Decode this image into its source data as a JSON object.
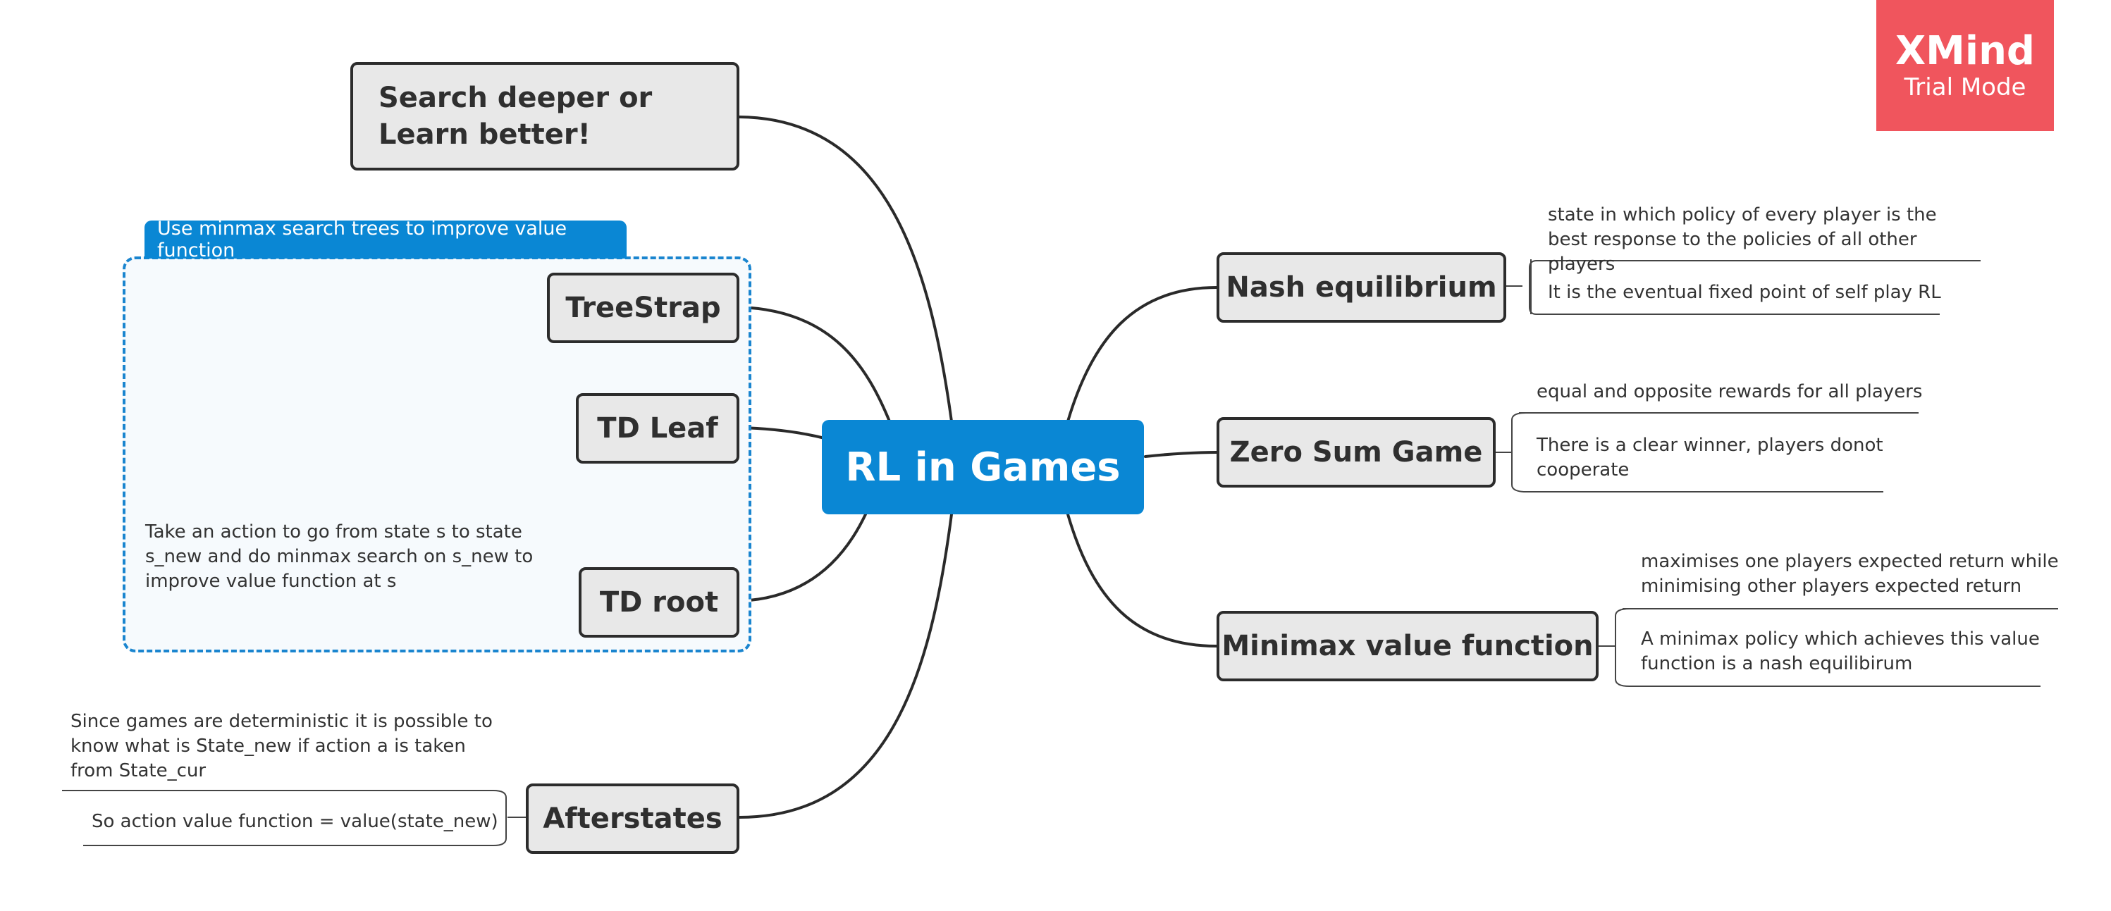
{
  "brand": {
    "title": "XMind",
    "subtitle": "Trial Mode",
    "color": "#f0555d"
  },
  "colors": {
    "central": "#0a87d4",
    "topic_fill": "#e8e8e8",
    "topic_border": "#2c2c2c",
    "summary_border": "#1a85cf"
  },
  "central": {
    "label": "RL in Games"
  },
  "summary": {
    "label": "Use minmax search trees to improve value function"
  },
  "left_topics": {
    "search": "Search deeper or Learn better!",
    "treestrap": "TreeStrap",
    "td_leaf": "TD Leaf",
    "td_root": "TD root",
    "afterstates": "Afterstates"
  },
  "left_notes": {
    "td_root_note": "Take an action to go from state s to state s_new and do minmax search on s_new to improve value function at s",
    "afterstates_note_1": "Since games are deterministic it is possible to know what is State_new if action a is taken from State_cur",
    "afterstates_note_2": "So action value function = value(state_new)"
  },
  "right_topics": {
    "nash": "Nash equilibrium",
    "zero_sum": "Zero Sum Game",
    "minimax": "Minimax value function"
  },
  "right_notes": {
    "nash_note_1": "state in which policy of every player is the best response to the policies of all other players",
    "nash_note_2": "It is the eventual fixed point of self play RL",
    "zero_sum_note_1": "equal and opposite rewards for all players",
    "zero_sum_note_2": "There is a clear winner, players donot cooperate",
    "minimax_note_1": "maximises one players expected return while minimising other players expected return",
    "minimax_note_2": "A minimax policy which achieves this value function is a nash equilibirum"
  }
}
